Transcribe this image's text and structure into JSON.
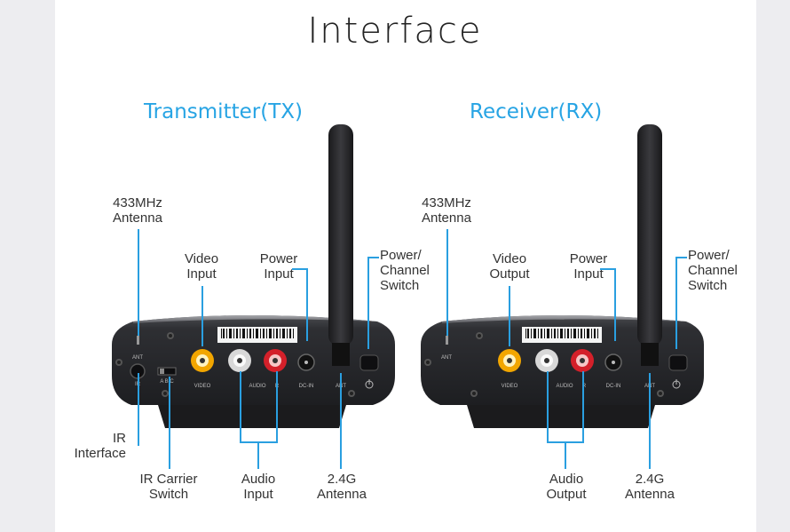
{
  "page": {
    "title": "Interface"
  },
  "transmitter": {
    "title": "Transmitter(TX)",
    "labels": {
      "ant433": "433MHz\nAntenna",
      "video": "Video\nInput",
      "power": "Power\nInput",
      "switch": "Power/\nChannel\nSwitch",
      "ir": "IR\nInterface",
      "ircarrier": "IR Carrier\nSwitch",
      "audio": "Audio\nInput",
      "ant24": "2.4G\nAntenna"
    },
    "panel": {
      "ant": "ANT",
      "ir": "IR",
      "abc": "A  B  C",
      "video": "VIDEO",
      "audio": "AUDIO",
      "r": "R",
      "dcin": "DC-IN",
      "ant2": "ANT"
    }
  },
  "receiver": {
    "title": "Receiver(RX)",
    "labels": {
      "ant433": "433MHz\nAntenna",
      "video": "Video\nOutput",
      "power": "Power\nInput",
      "switch": "Power/\nChannel\nSwitch",
      "audio": "Audio\nOutput",
      "ant24": "2.4G\nAntenna"
    },
    "panel": {
      "ant": "ANT",
      "video": "VIDEO",
      "audio": "AUDIO",
      "r": "R",
      "dcin": "DC-IN",
      "ant2": "ANT"
    }
  },
  "colors": {
    "accent": "#27a4e4",
    "video_jack": "#f2a600",
    "audio_l_jack": "#d8d8d8",
    "audio_r_jack": "#d4202a",
    "body": "#2c2d30"
  }
}
